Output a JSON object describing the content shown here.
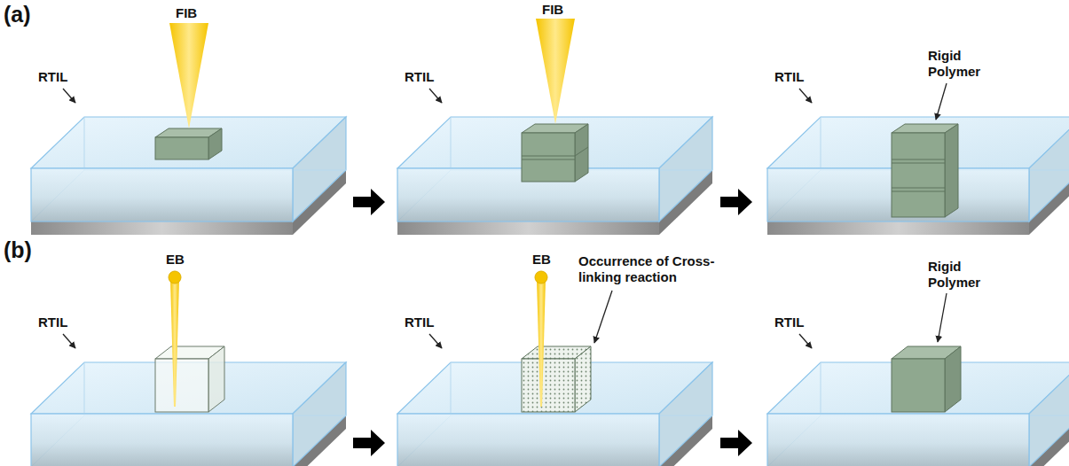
{
  "diagram": {
    "labels": [
      "(a)",
      "RTIL",
      "FIB",
      "FIB",
      "RTIL",
      "RTIL",
      "Rigid Polymer",
      "(b)",
      "EB",
      "RTIL",
      "EB",
      "Occurrence of Cross-linking reaction",
      "RTIL",
      "RTIL",
      "Rigid Polymer"
    ]
  }
}
